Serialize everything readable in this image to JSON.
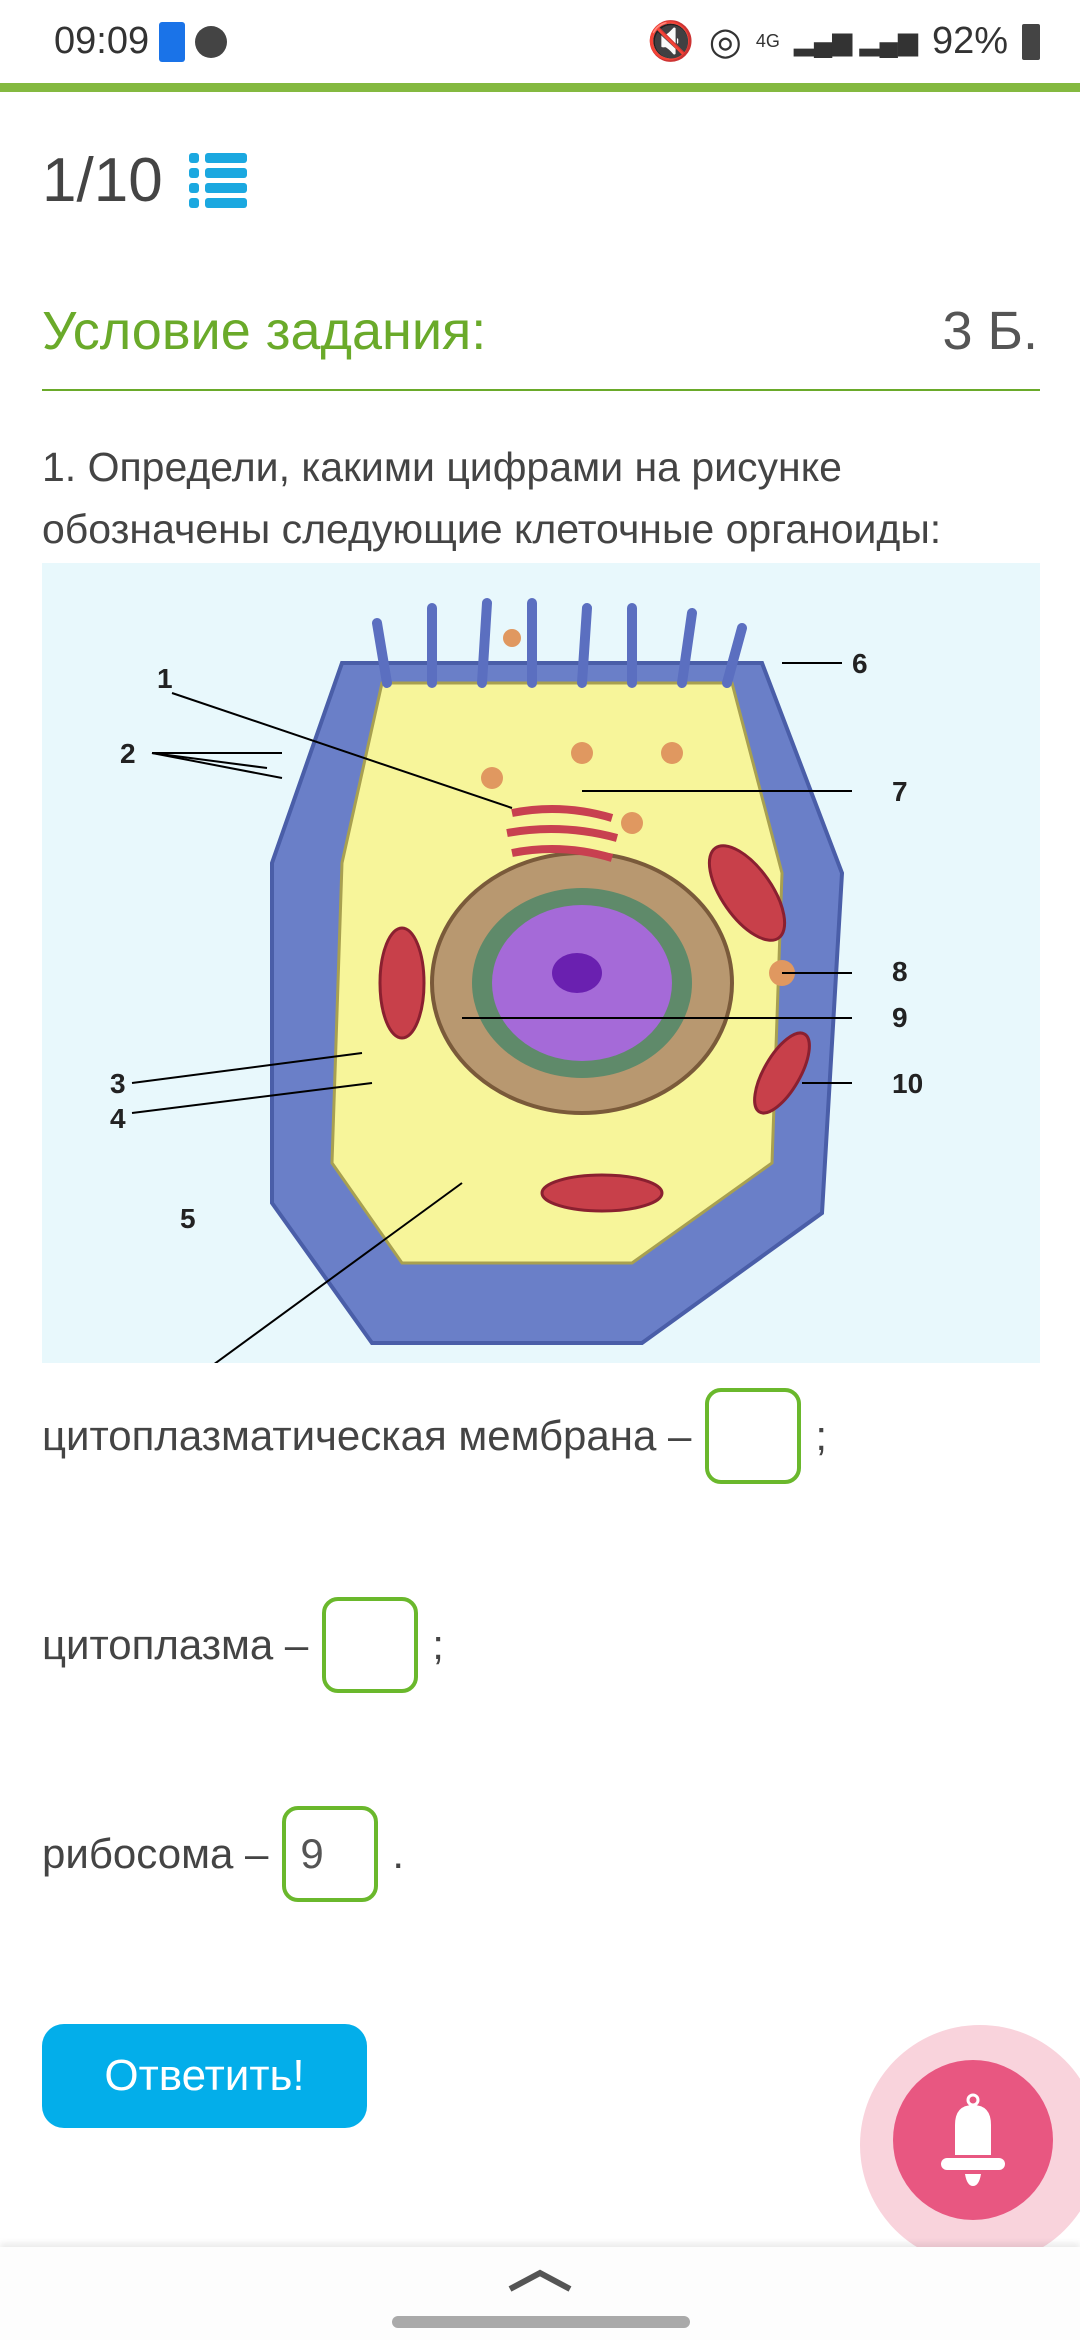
{
  "status_bar": {
    "time": "09:09",
    "battery": "92%",
    "network": "4G"
  },
  "header": {
    "counter": "1/10"
  },
  "task": {
    "title": "Условие задания:",
    "points": "3 Б.",
    "question": "1. Определи, какими цифрами на рисунке обозначены следующие клеточные органоиды:"
  },
  "figure": {
    "labels": [
      "1",
      "2",
      "3",
      "4",
      "5",
      "6",
      "7",
      "8",
      "9",
      "10"
    ]
  },
  "answers": [
    {
      "label": "цитоплазматическая мембрана –",
      "value": "",
      "suffix": ";"
    },
    {
      "label": "цитоплазма –",
      "value": "",
      "suffix": ";"
    },
    {
      "label": "рибосома –",
      "value": "9",
      "suffix": "."
    }
  ],
  "submit_label": "Ответить!",
  "colors": {
    "accent_green": "#6aaa2a",
    "button_blue": "#03aeea",
    "bell_pink": "#e85781"
  }
}
